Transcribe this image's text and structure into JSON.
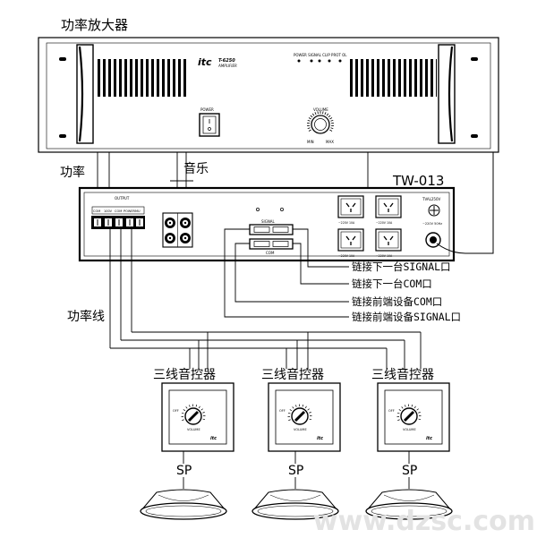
{
  "amplifier": {
    "heading": "功率放大器",
    "brand": "itc",
    "model_line1": "T-6250",
    "model_line2": "AMPLIFIER",
    "indicators": "POWER  SIGNAL CLIP  PROT  OL",
    "power_label": "POWER",
    "volume_label": "VOLUME",
    "volume_min": "MIN",
    "volume_max": "MAX"
  },
  "labels": {
    "power": "功率",
    "music": "音乐",
    "power_line": "功率线",
    "sp": "SP"
  },
  "module": {
    "title": "TW-013",
    "terminal_group": "OUTPUT",
    "terminal_labels": [
      "COM",
      "100V",
      "COM",
      "POWER",
      "MU"
    ],
    "signal_label": "SIGNAL",
    "com_label": "COM",
    "spec_1": "TVAL250V",
    "spec_2": "~220V 50Hz",
    "outlet_rating": "~220V 10A"
  },
  "callouts": [
    "链接下一台SIGNAL口",
    "链接下一台COM口",
    "链接前端设备COM口",
    "链接前端设备SIGNAL口"
  ],
  "controllers": [
    {
      "label": "三线音控器",
      "brand": "itc",
      "volume": "VOLUME",
      "off": "OFF"
    },
    {
      "label": "三线音控器",
      "brand": "itc",
      "volume": "VOLUME",
      "off": "OFF"
    },
    {
      "label": "三线音控器",
      "brand": "itc",
      "volume": "VOLUME",
      "off": "OFF"
    }
  ],
  "watermark": "www.dzsc.com"
}
